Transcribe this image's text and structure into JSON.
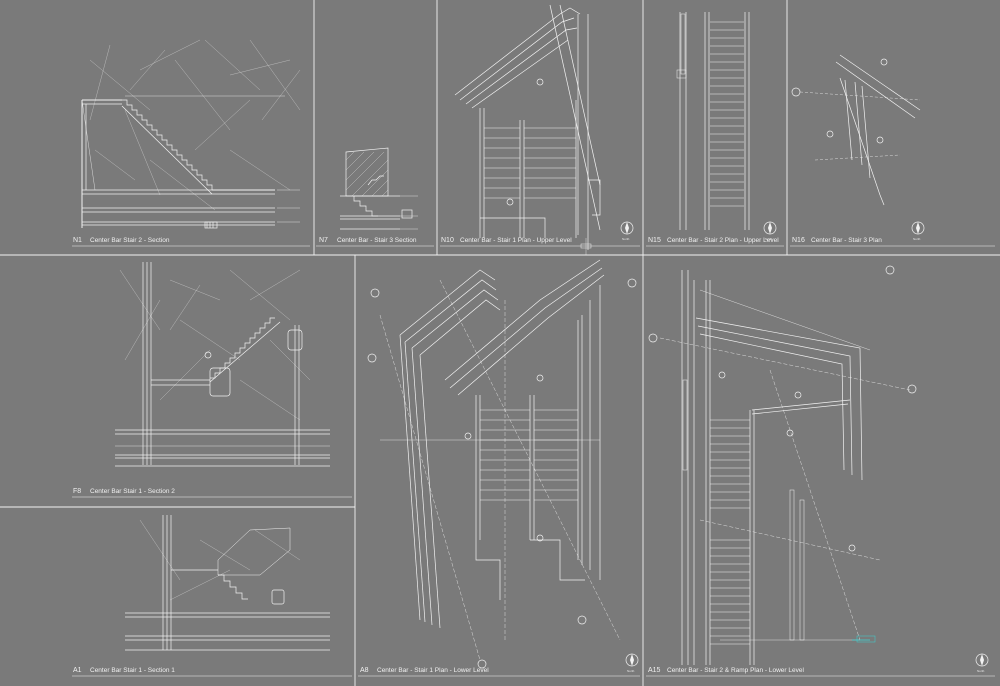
{
  "sheet": {
    "background": "#7a7a7a",
    "line_color": "#f2f2f2",
    "highlight_color": "#3ad4d4"
  },
  "views": [
    {
      "id": "N1",
      "title": "Center Bar Stair 2 - Section"
    },
    {
      "id": "N7",
      "title": "Center Bar - Stair 3 Section"
    },
    {
      "id": "N10",
      "title": "Center Bar - Stair 1 Plan - Upper Level"
    },
    {
      "id": "N15",
      "title": "Center Bar - Stair 2 Plan - Upper Level"
    },
    {
      "id": "N16",
      "title": "Center Bar - Stair 3 Plan"
    },
    {
      "id": "F8",
      "title": "Center Bar Stair 1 - Section 2"
    },
    {
      "id": "A1",
      "title": "Center Bar Stair 1 - Section 1"
    },
    {
      "id": "A8",
      "title": "Center Bar - Stair 1 Plan - Lower Level"
    },
    {
      "id": "A15",
      "title": "Center Bar - Stair 2 & Ramp Plan - Lower Level"
    }
  ],
  "north_label": "North"
}
